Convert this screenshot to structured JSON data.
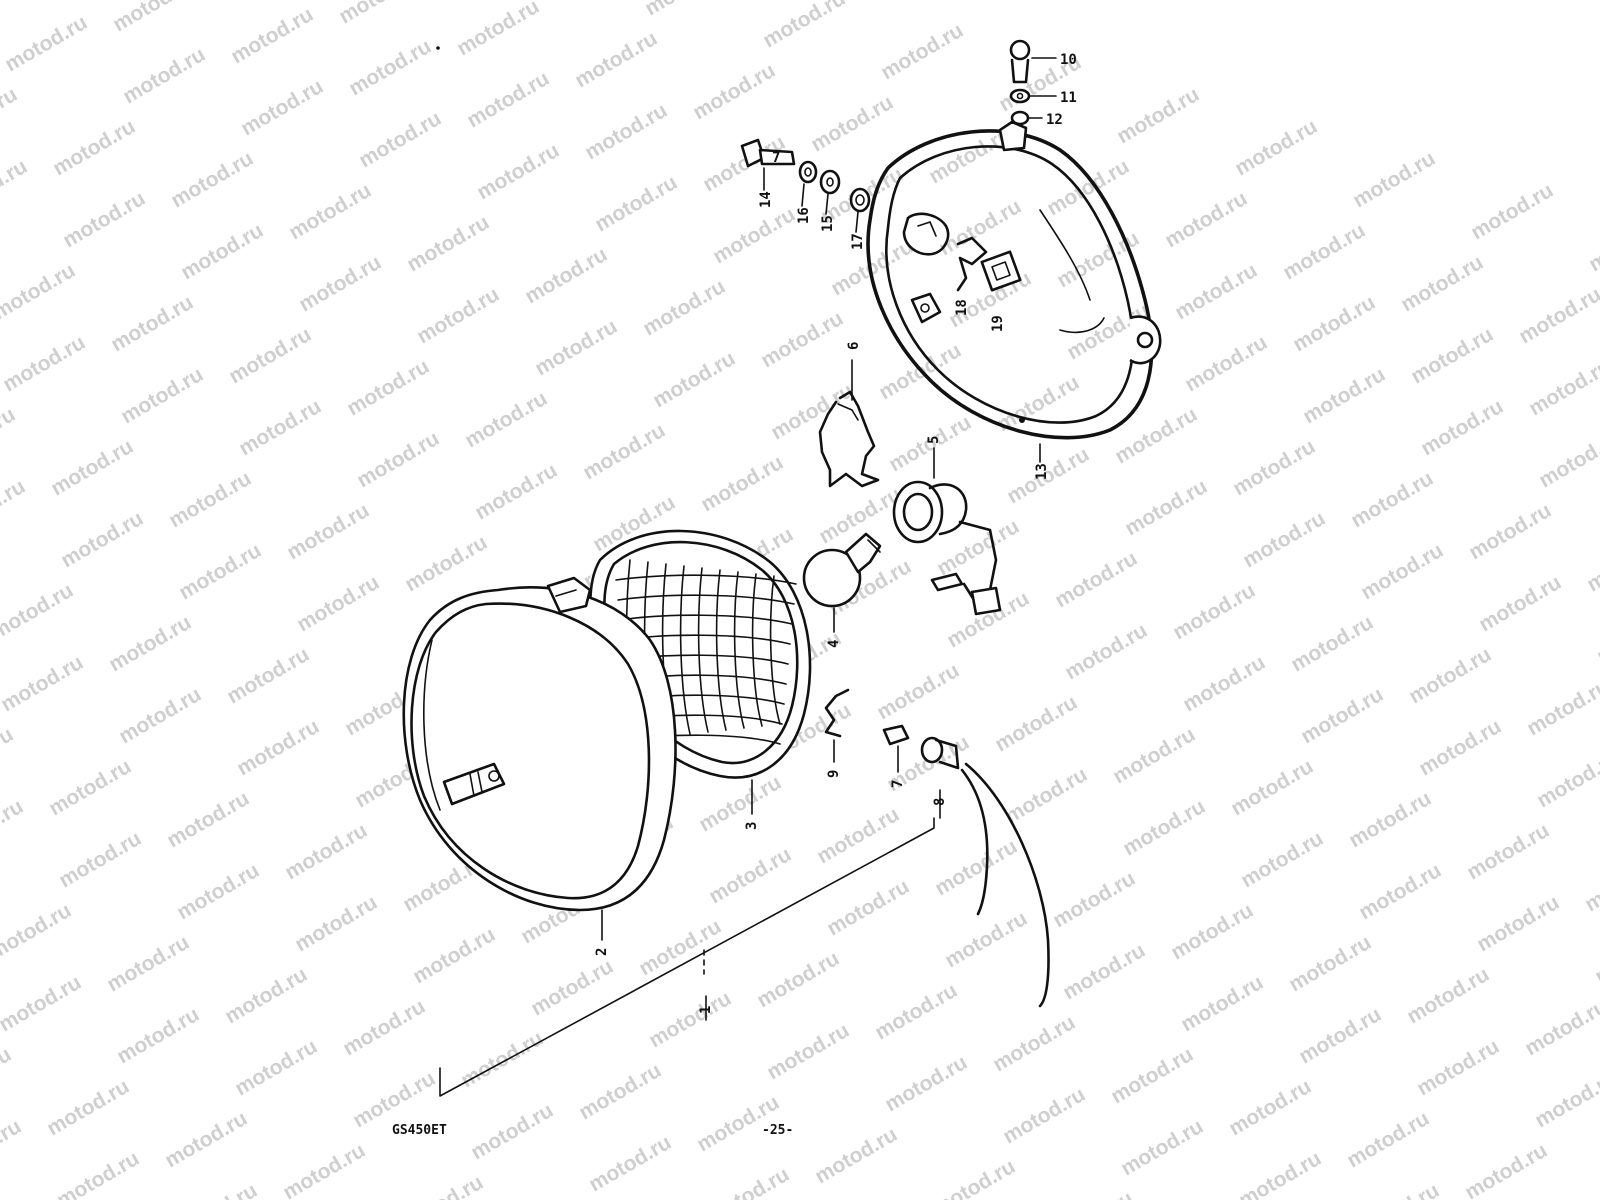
{
  "watermark": {
    "text": "motod.ru",
    "color": "#cfcfcf"
  },
  "callouts": [
    {
      "id": "1",
      "label": "1",
      "part": "headlight-assembly"
    },
    {
      "id": "2",
      "label": "2",
      "part": "headlight-rim"
    },
    {
      "id": "3",
      "label": "3",
      "part": "headlight-lens-reflector"
    },
    {
      "id": "4",
      "label": "4",
      "part": "headlight-bulb"
    },
    {
      "id": "5",
      "label": "5",
      "part": "bulb-socket"
    },
    {
      "id": "6",
      "label": "6",
      "part": "bulb-retaining-spring"
    },
    {
      "id": "7",
      "label": "7",
      "part": "position-bulb"
    },
    {
      "id": "8",
      "label": "8",
      "part": "position-bulb-socket"
    },
    {
      "id": "9",
      "label": "9",
      "part": "clip"
    },
    {
      "id": "10",
      "label": "10",
      "part": "screw"
    },
    {
      "id": "11",
      "label": "11",
      "part": "washer"
    },
    {
      "id": "12",
      "label": "12",
      "part": "nut"
    },
    {
      "id": "13",
      "label": "13",
      "part": "headlight-housing"
    },
    {
      "id": "14",
      "label": "14",
      "part": "bolt"
    },
    {
      "id": "15",
      "label": "15",
      "part": "washer"
    },
    {
      "id": "16",
      "label": "16",
      "part": "lock-washer"
    },
    {
      "id": "17",
      "label": "17",
      "part": "spacer"
    },
    {
      "id": "18",
      "label": "18",
      "part": "clamp"
    },
    {
      "id": "19",
      "label": "19",
      "part": "connector"
    }
  ],
  "bolt_marking": "7",
  "footer": {
    "model": "GS450ET",
    "page": "-25-"
  }
}
